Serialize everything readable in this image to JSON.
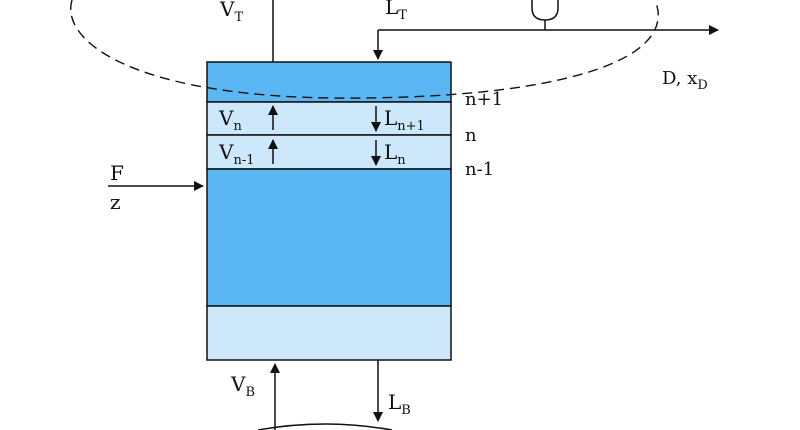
{
  "colors": {
    "column_dark": "#5bb7f4",
    "column_light": "#cde8fb",
    "line": "#111111",
    "background": "#ffffff"
  },
  "labels": {
    "top_vapor": {
      "main": "V",
      "sub": "T"
    },
    "reflux": {
      "main": "L",
      "sub": "T"
    },
    "distillate": {
      "main": "D, x",
      "sub": "D"
    },
    "feed_flow": "F",
    "feed_comp": "z",
    "stage_n_vapor": {
      "main": "V",
      "sub": "n"
    },
    "stage_n_liquid": {
      "main": "L",
      "sub": "n+1"
    },
    "stage_nm1_vapor": {
      "main": "V",
      "sub": "n-1"
    },
    "stage_nm1_liquid": {
      "main": "L",
      "sub": "n"
    },
    "tray_np1": "n+1",
    "tray_n": "n",
    "tray_nm1": "n-1",
    "bottom_vapor": {
      "main": "V",
      "sub": "B"
    },
    "bottom_liquid": {
      "main": "L",
      "sub": "B"
    }
  },
  "icons": {
    "condenser": "condenser-icon",
    "reboiler": "reboiler-loop"
  }
}
